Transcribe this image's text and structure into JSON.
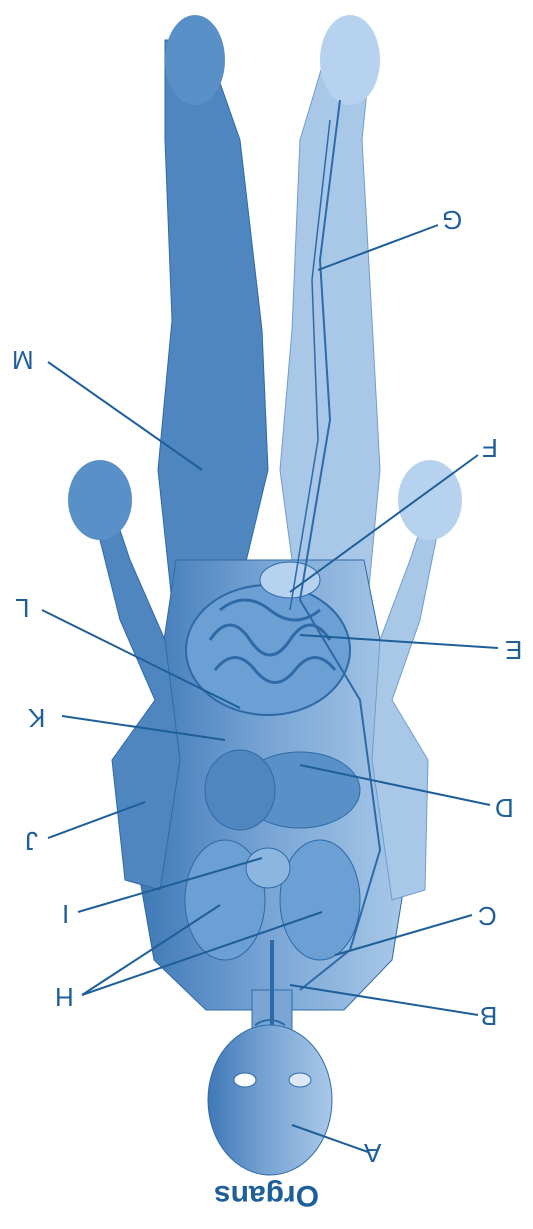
{
  "title": "Organs",
  "labels": {
    "A": "A",
    "B": "B",
    "C": "C",
    "D": "D",
    "E": "E",
    "F": "F",
    "G": "G",
    "H": "H",
    "I": "I",
    "J": "J",
    "K": "K",
    "L": "L",
    "M": "M"
  },
  "colors": {
    "body": "#4f86c0",
    "body_light": "#a9c8e8",
    "line": "#1e5f9a",
    "text": "#1e5f9a"
  }
}
